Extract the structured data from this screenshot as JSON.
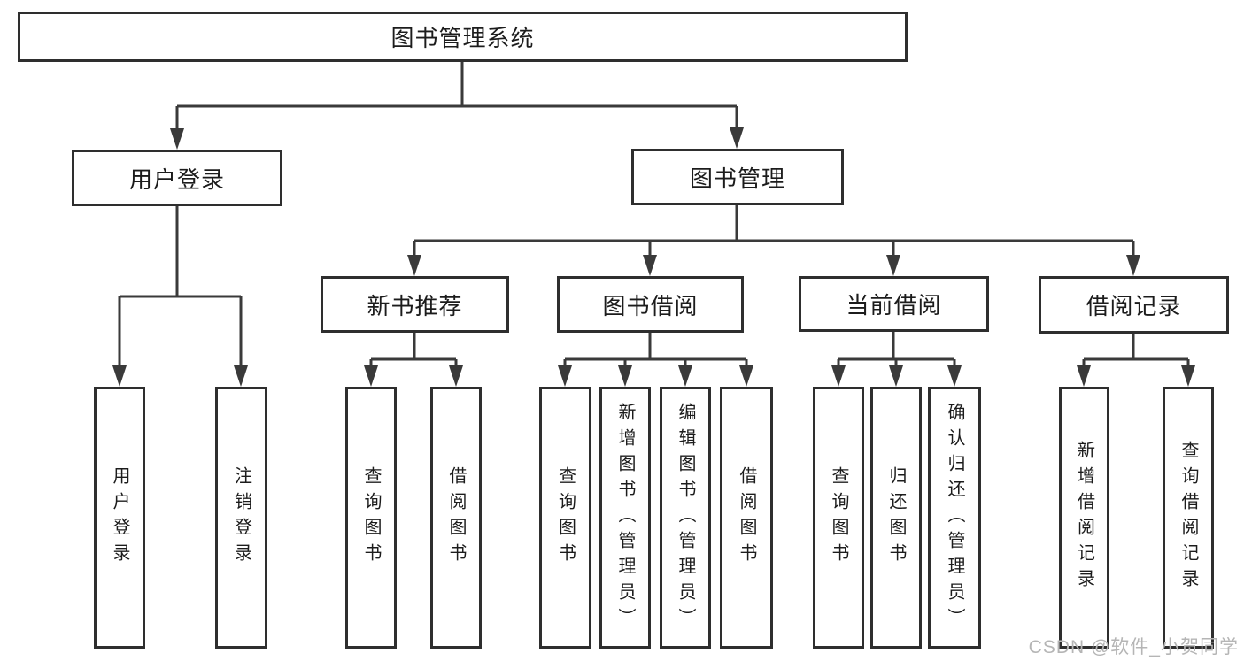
{
  "watermark": {
    "text": "CSDN @软件_小贺同学"
  },
  "colors": {
    "line": "#3a3a3a",
    "box_border": "#2e2e2e",
    "text": "#1c1c1c",
    "watermark": "#b5b5b5"
  },
  "tree": {
    "label": "图书管理系统",
    "children": [
      {
        "label": "用户登录",
        "children": [
          {
            "label": "用户登录"
          },
          {
            "label": "注销登录"
          }
        ]
      },
      {
        "label": "图书管理",
        "children": [
          {
            "label": "新书推荐",
            "children": [
              {
                "label": "查询图书"
              },
              {
                "label": "借阅图书"
              }
            ]
          },
          {
            "label": "图书借阅",
            "children": [
              {
                "label": "查询图书"
              },
              {
                "label": "新增图书（管理员）"
              },
              {
                "label": "编辑图书（管理员）"
              },
              {
                "label": "借阅图书"
              }
            ]
          },
          {
            "label": "当前借阅",
            "children": [
              {
                "label": "查询图书"
              },
              {
                "label": "归还图书"
              },
              {
                "label": "确认归还（管理员）"
              }
            ]
          },
          {
            "label": "借阅记录",
            "children": [
              {
                "label": "新增借阅记录"
              },
              {
                "label": "查询借阅记录"
              }
            ]
          }
        ]
      }
    ]
  }
}
